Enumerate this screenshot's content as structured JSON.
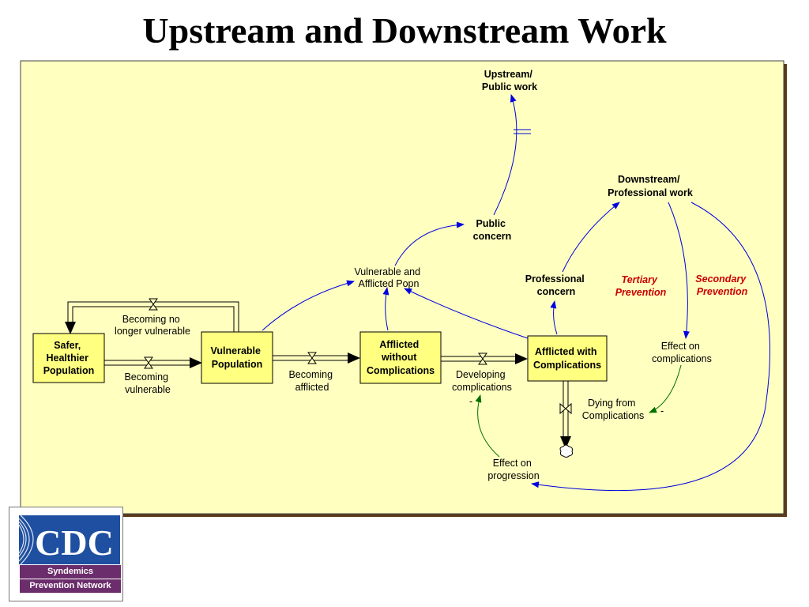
{
  "title": "Upstream and Downstream Work",
  "stocks": {
    "safer": [
      "Safer,",
      "Healthier",
      "Population"
    ],
    "vulnerable": [
      "Vulnerable",
      "Population"
    ],
    "without": [
      "Afflicted",
      "without",
      "Complications"
    ],
    "with": [
      "Afflicted with",
      "Complications"
    ]
  },
  "flows": {
    "no_longer": [
      "Becoming no",
      "longer vulnerable"
    ],
    "becoming_vulnerable": [
      "Becoming",
      "vulnerable"
    ],
    "becoming_afflicted": [
      "Becoming",
      "afflicted"
    ],
    "developing": [
      "Developing",
      "complications"
    ],
    "dying": [
      "Dying from",
      "Complications"
    ]
  },
  "variables": {
    "upstream": [
      "Upstream/",
      "Public work"
    ],
    "downstream": [
      "Downstream/",
      "Professional work"
    ],
    "public_concern": [
      "Public",
      "concern"
    ],
    "vulnerable_afflicted": [
      "Vulnerable and",
      "Afflicted Popn"
    ],
    "professional_concern": [
      "Professional",
      "concern"
    ],
    "effect_complications": [
      "Effect on",
      "complications"
    ],
    "effect_progression": [
      "Effect on",
      "progression"
    ]
  },
  "annotations": {
    "tertiary": [
      "Tertiary",
      "Prevention"
    ],
    "secondary": [
      "Secondary",
      "Prevention"
    ],
    "minus": "-"
  },
  "logo": {
    "text": "CDC",
    "line1": "Syndemics",
    "line2": "Prevention Network"
  },
  "colors": {
    "panel": "#ffffc0",
    "stock": "#ffff80",
    "link": "#0000e0",
    "negative_link": "#007000",
    "annotation": "#cc0000",
    "logo_blue": "#1f4fa0",
    "logo_band": "#6b2d6b"
  }
}
